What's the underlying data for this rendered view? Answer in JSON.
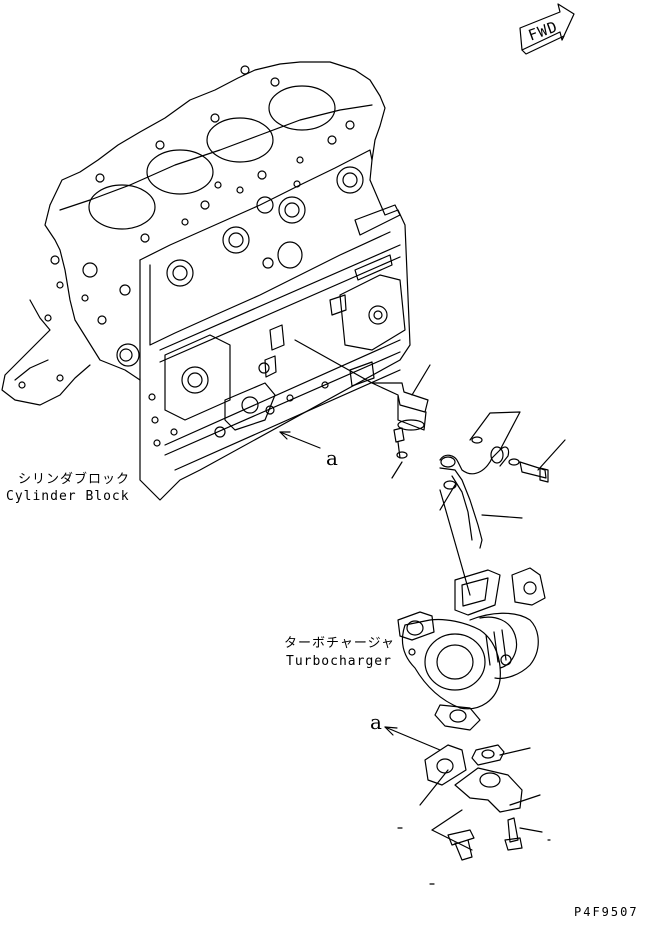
{
  "labels": {
    "cylinder_block_jp": "シリンダブロック",
    "cylinder_block_en": "Cylinder Block",
    "turbocharger_jp": "ターボチャージャ",
    "turbocharger_en": "Turbocharger",
    "callout_a_1": "a",
    "callout_a_2": "a",
    "fwd": "FWD",
    "drawing_number": "P4F9507"
  },
  "colors": {
    "line": "#000000",
    "background": "#ffffff"
  },
  "icons": {
    "direction_arrow": "fwd-arrow-icon"
  }
}
